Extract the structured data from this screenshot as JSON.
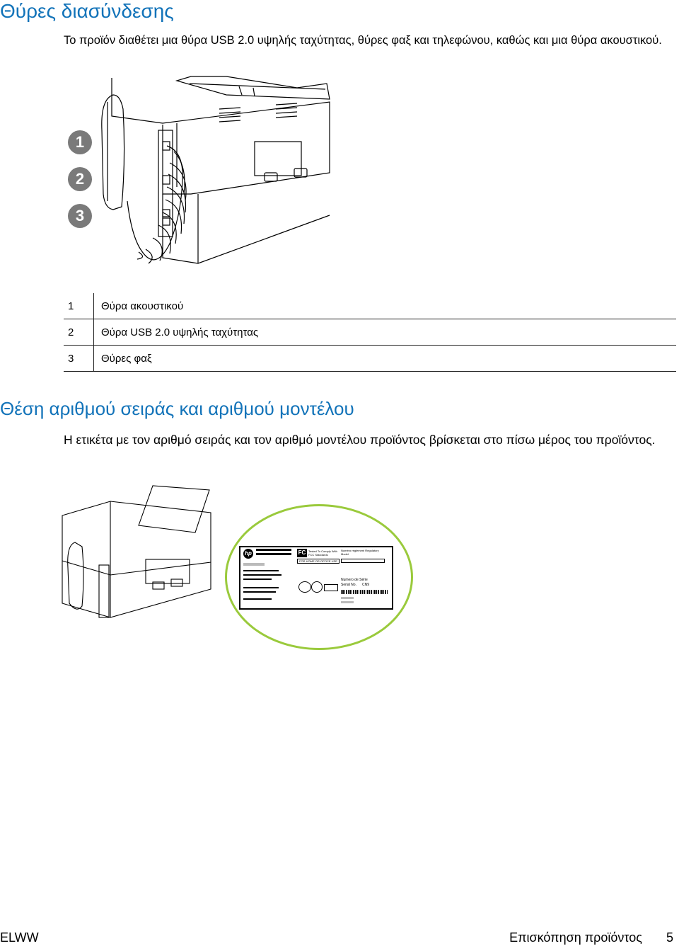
{
  "heading_ports": "Θύρες διασύνδεσης",
  "intro": "Το προϊόν διαθέτει μια θύρα USB 2.0 υψηλής ταχύτητας, θύρες φαξ και τηλεφώνου, καθώς και μια θύρα ακουστικού.",
  "callouts": [
    "1",
    "2",
    "3"
  ],
  "legend": [
    {
      "num": "1",
      "text": "Θύρα ακουστικού"
    },
    {
      "num": "2",
      "text": "Θύρα USB 2.0 υψηλής ταχύτητας"
    },
    {
      "num": "3",
      "text": "Θύρες φαξ"
    }
  ],
  "heading_serial": "Θέση αριθμού σειράς και αριθμού μοντέλου",
  "serial_text": "Η ετικέτα με τον αριθμό σειράς και τον αριθμό μοντέλου προϊόντος βρίσκεται στο πίσω μέρος του προϊόντος.",
  "label_text": {
    "hp": "hp",
    "fcc": "FC",
    "fcc_tested": "Tested To Comply With FCC Standards",
    "fcc_use": "FOR HOME OR OFFICE USE",
    "reg_model": "Numéro réglement Regulatory Model",
    "numero_serie": "Numero de Série",
    "serial_no": "Serial No.",
    "serial_prefix": "CN9"
  },
  "colors": {
    "heading": "#1273b9",
    "callout_bg": "#7a7a7a",
    "zoom_circle": "#9aca3c"
  },
  "footer_left": "ELWW",
  "footer_right": "Επισκόπηση προϊόντος",
  "page_number": "5"
}
